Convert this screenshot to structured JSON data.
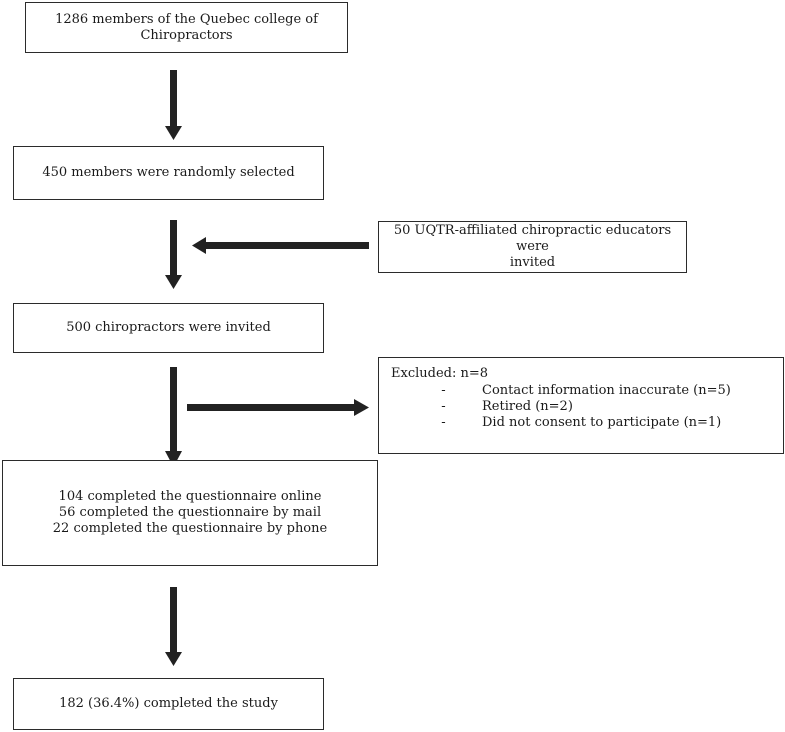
{
  "boxes": {
    "members": [
      "1286 members of the Quebec college of",
      "Chiropractors"
    ],
    "selected": [
      "450 members were randomly selected"
    ],
    "educators": [
      "50 UQTR-affiliated chiropractic educators were",
      "invited"
    ],
    "invited": [
      "500 chiropractors were invited"
    ],
    "excluded": {
      "title": "Excluded: n=8",
      "items": [
        "Contact information inaccurate (n=5)",
        "Retired (n=2)",
        "Did not consent to participate (n=1)"
      ],
      "bullet": "-"
    },
    "completed_modes": [
      "104 completed the questionnaire online",
      "56 completed the questionnaire by mail",
      "22 completed the questionnaire by phone"
    ],
    "final": [
      "182 (36.4%) completed the study"
    ]
  },
  "colors": {
    "arrow": "#222222",
    "border": "#2b2b2b"
  }
}
